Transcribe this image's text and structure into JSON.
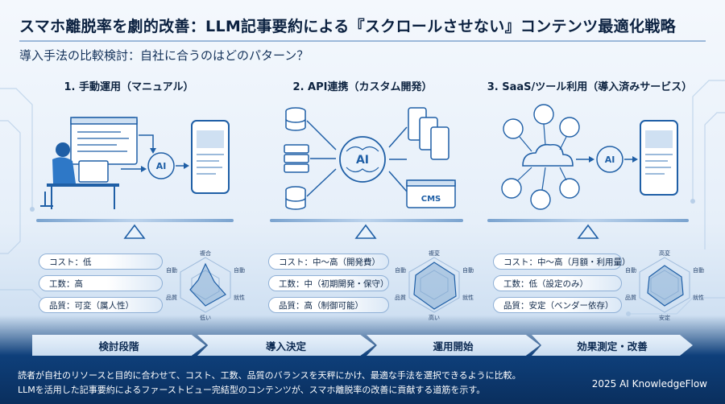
{
  "header": {
    "title": "スマホ離脱率を劇的改善：LLM記事要約による『スクロールさせない』コンテンツ最適化戦略",
    "subtitle": "導入手法の比較検討：自社に合うのはどのパターン？"
  },
  "columns": [
    {
      "heading": "1. 手動運用（マニュアル）",
      "pills": [
        "コスト：低",
        "工数：高",
        "品質：可変（属人性）"
      ],
      "radar_labels": {
        "top": "複合",
        "right_top": "自動",
        "right_bottom": "就性",
        "bottom": "低い",
        "left_bottom": "品質",
        "left_top": "自動"
      }
    },
    {
      "heading": "2. API連携（カスタム開発）",
      "pills": [
        "コスト：中〜高（開発費）",
        "工数：中（初期開発・保守）",
        "品質：高（制御可能）"
      ],
      "radar_labels": {
        "top": "複変",
        "right_top": "自動",
        "right_bottom": "就性",
        "bottom": "高い",
        "left_bottom": "品質",
        "left_top": "自動"
      }
    },
    {
      "heading": "3. SaaS/ツール利用（導入済みサービス）",
      "pills": [
        "コスト：中〜高（月額・利用量）",
        "工数：低（設定のみ）",
        "品質：安定（ベンダー依存）"
      ],
      "radar_labels": {
        "top": "高変",
        "right_top": "自動",
        "right_bottom": "就性",
        "bottom": "安定",
        "left_bottom": "品質",
        "left_top": "自動"
      }
    }
  ],
  "diagram_labels": {
    "ai": "AI",
    "cms": "CMS"
  },
  "process_steps": [
    "検討段階",
    "導入決定",
    "運用開始",
    "効果測定・改善"
  ],
  "footer": {
    "line1": "読者が自社のリソースと目的に合わせて、コスト、工数、品質のバランスを天秤にかけ、最適な手法を選択できるように比較。",
    "line2": "LLMを活用した記事要約によるファーストビュー完結型のコンテンツが、スマホ離脱率の改善に貢献する道筋を示す。",
    "credit": "2025 AI KnowledgeFlow"
  },
  "colors": {
    "accent": "#1f5fa6",
    "dark_band": "#0a2f5e",
    "pill_border": "#8fb0d6"
  }
}
